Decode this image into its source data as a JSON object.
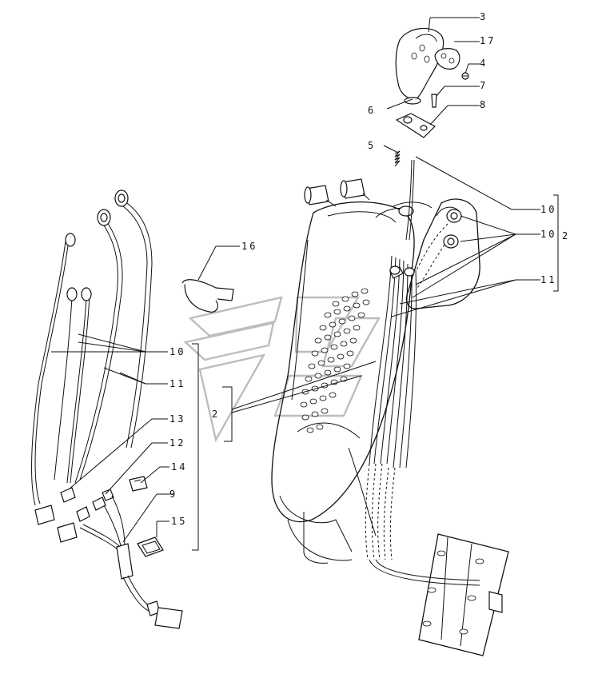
{
  "callouts": {
    "c3": "3",
    "c17": "17",
    "c4": "4",
    "c7": "7",
    "c6": "6",
    "c8": "8",
    "c5": "5",
    "c10a": "10",
    "c10b": "10",
    "c2a": "2",
    "c11a": "11",
    "c16": "16",
    "c10c": "10",
    "c11b": "11",
    "c2b": "2",
    "c13": "13",
    "c12": "12",
    "c14": "14",
    "c9": "9",
    "c15": "15"
  }
}
